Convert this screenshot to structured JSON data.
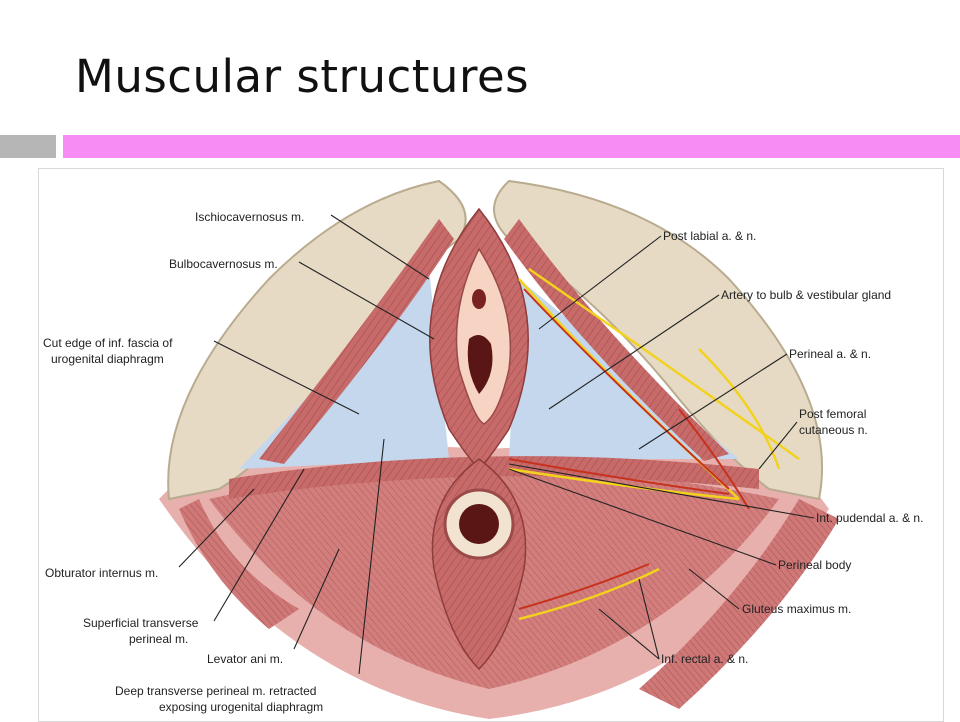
{
  "slide": {
    "title": "Muscular structures",
    "accent_color": "#f88cf5",
    "accent_gray": "#b6b6b6"
  },
  "diagram": {
    "labels_left": [
      "Ischiocavernosus m.",
      "Bulbocavernosus m.",
      "Cut edge of inf. fascia of",
      "urogenital diaphragm",
      "Obturator internus m.",
      "Superficial transverse",
      "perineal m.",
      "Levator ani m.",
      "Deep transverse perineal m. retracted",
      "exposing urogenital diaphragm"
    ],
    "labels_right": [
      "Post labial a. & n.",
      "Artery to bulb & vestibular gland",
      "Perineal a. & n.",
      "Post femoral",
      "cutaneous n.",
      "Int. pudendal a. & n.",
      "Perineal body",
      "Gluteus maximus m.",
      "Inf. rectal a. & n."
    ]
  }
}
